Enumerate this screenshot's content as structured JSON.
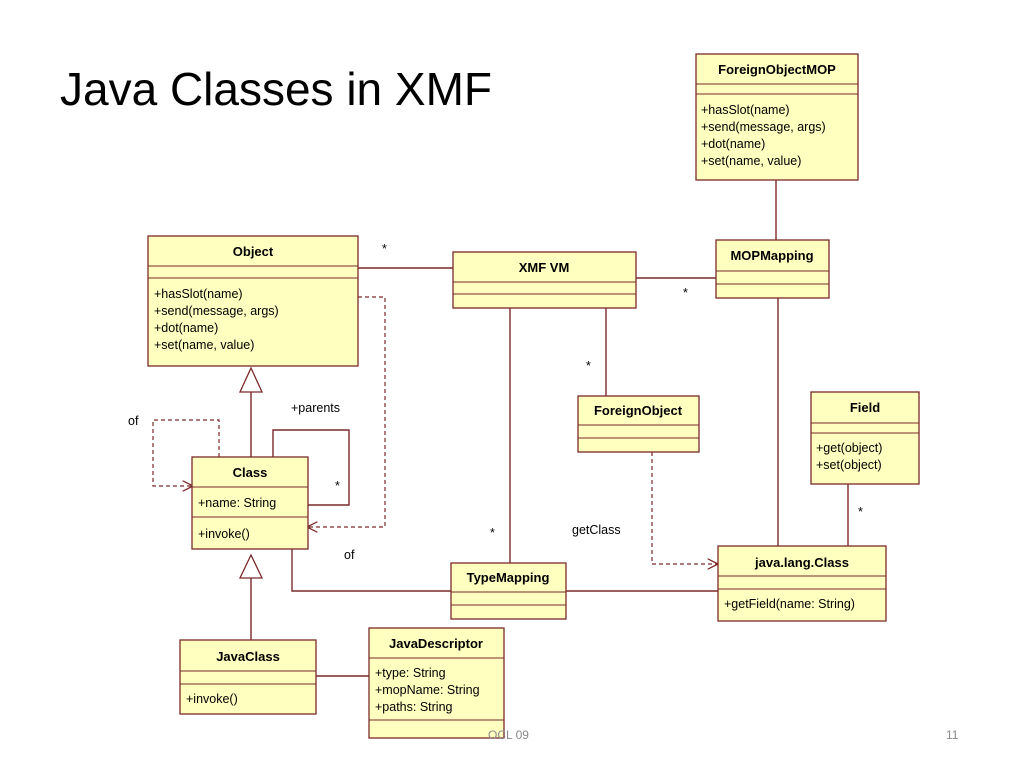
{
  "slide": {
    "title": "Java Classes in XMF",
    "footer_text": "OCL 09",
    "page_number": "11"
  },
  "colors": {
    "class_fill": "#ffffc0",
    "class_border": "#7a2a2a",
    "line": "#7a2a2a"
  },
  "classes": {
    "foreign_object_mop": {
      "name": "ForeignObjectMOP",
      "operations": [
        "+hasSlot(name)",
        "+send(message, args)",
        "+dot(name)",
        "+set(name, value)"
      ]
    },
    "object": {
      "name": "Object",
      "operations": [
        "+hasSlot(name)",
        "+send(message, args)",
        "+dot(name)",
        "+set(name, value)"
      ]
    },
    "xmf_vm": {
      "name": "XMF VM"
    },
    "mop_mapping": {
      "name": "MOPMapping"
    },
    "foreign_object": {
      "name": "ForeignObject"
    },
    "field": {
      "name": "Field",
      "operations": [
        "+get(object)",
        "+set(object)"
      ]
    },
    "class": {
      "name": "Class",
      "attributes": [
        "+name: String"
      ],
      "operations": [
        "+invoke()"
      ]
    },
    "type_mapping": {
      "name": "TypeMapping"
    },
    "java_lang_class": {
      "name": "java.lang.Class",
      "operations": [
        "+getField(name: String)"
      ]
    },
    "java_class": {
      "name": "JavaClass",
      "operations": [
        "+invoke()"
      ]
    },
    "java_descriptor": {
      "name": "JavaDescriptor",
      "attributes": [
        "+type: String",
        "+mopName: String",
        "+paths: String"
      ]
    }
  },
  "labels": {
    "parents": "+parents",
    "of_left": "of",
    "of_bottom": "of",
    "get_class": "getClass",
    "star": "*"
  }
}
